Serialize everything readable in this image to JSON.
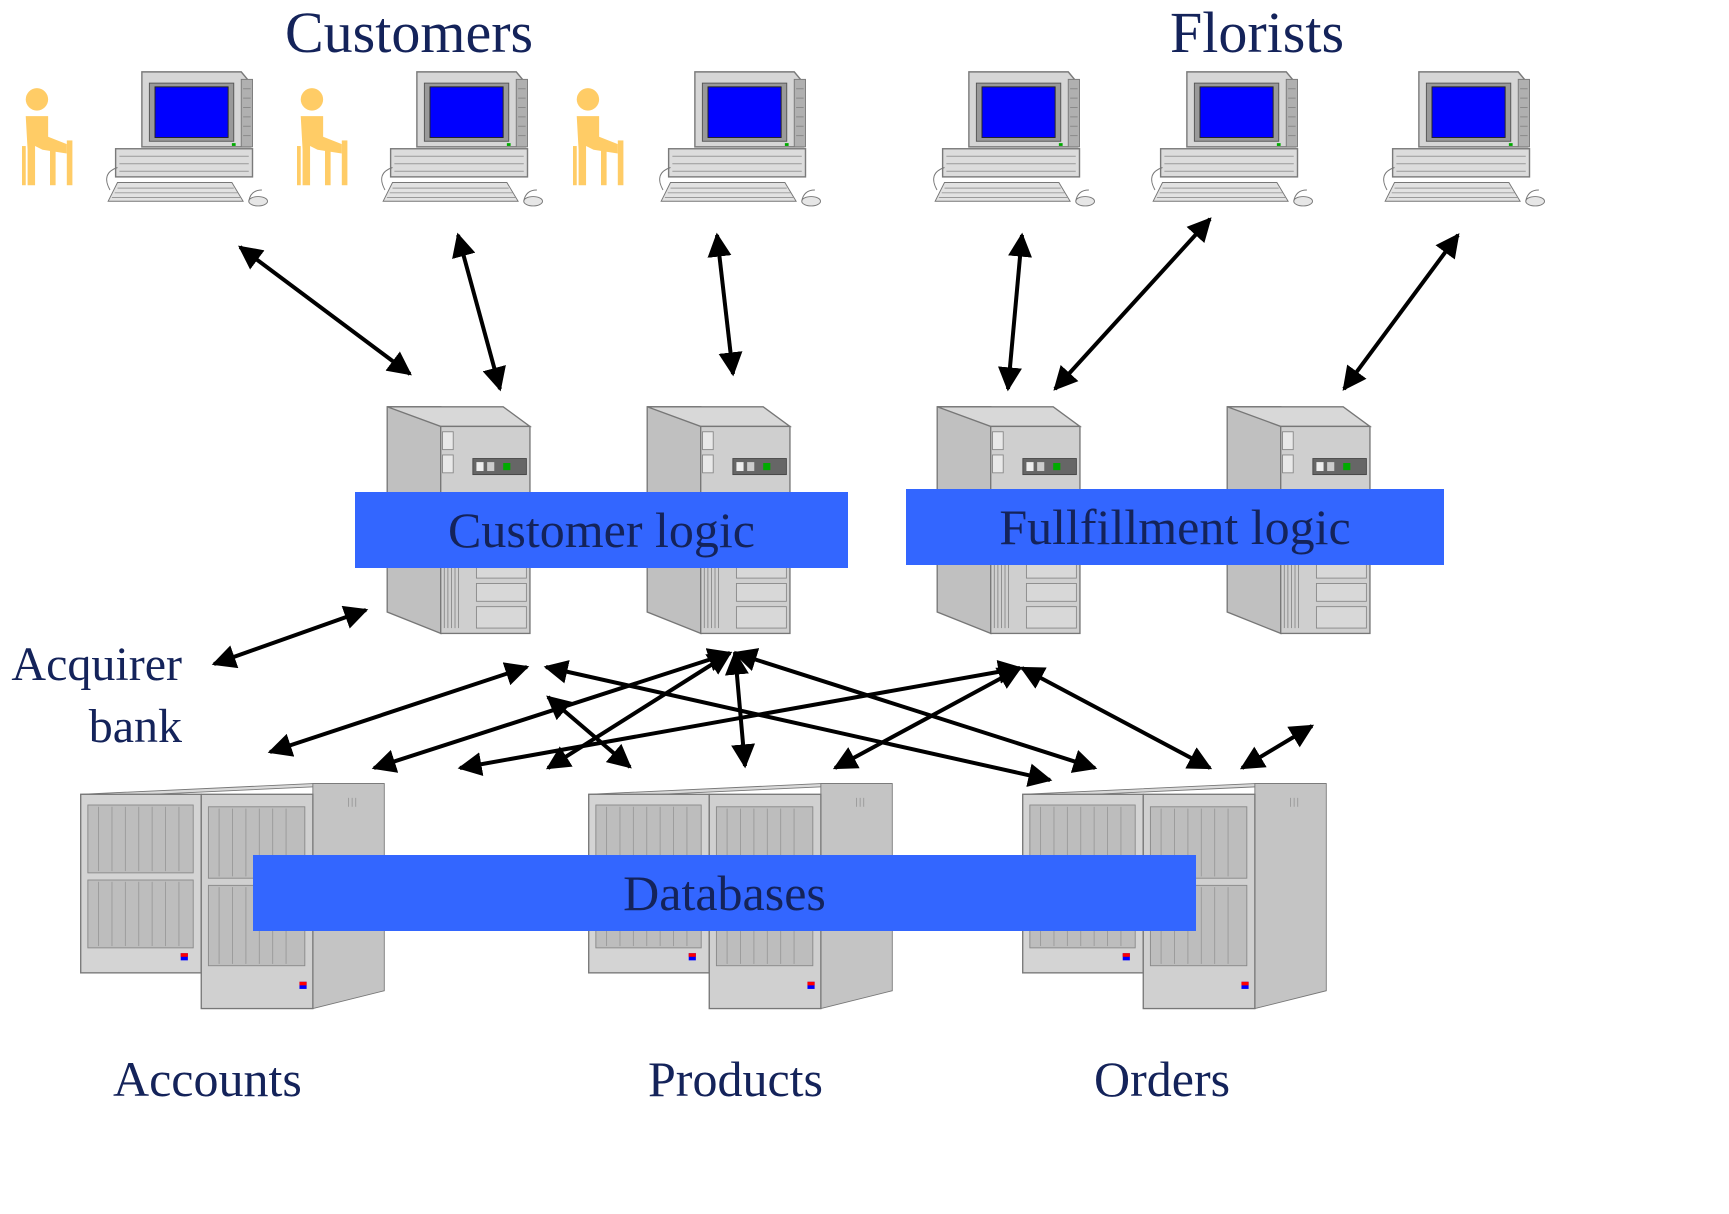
{
  "groups": {
    "customers_label": "Customers",
    "florists_label": "Florists"
  },
  "tiers": {
    "customer_logic_label": "Customer logic",
    "fulfillment_logic_label": "Fullfillment logic",
    "databases_label": "Databases"
  },
  "external": {
    "acquirer_line1": "Acquirer",
    "acquirer_line2": "bank"
  },
  "databases": {
    "accounts_label": "Accounts",
    "products_label": "Products",
    "orders_label": "Orders"
  },
  "colors": {
    "logic_bar": "#3366ff",
    "text": "#14235a",
    "screen": "#0000ff",
    "person": "#ffcc66",
    "hardware": "#c8c8c8",
    "arrow": "#000000"
  },
  "icons": {
    "workstation": "desktop-computer-icon",
    "person": "seated-person-icon",
    "server": "tower-server-icon",
    "database": "database-cabinet-icon"
  }
}
